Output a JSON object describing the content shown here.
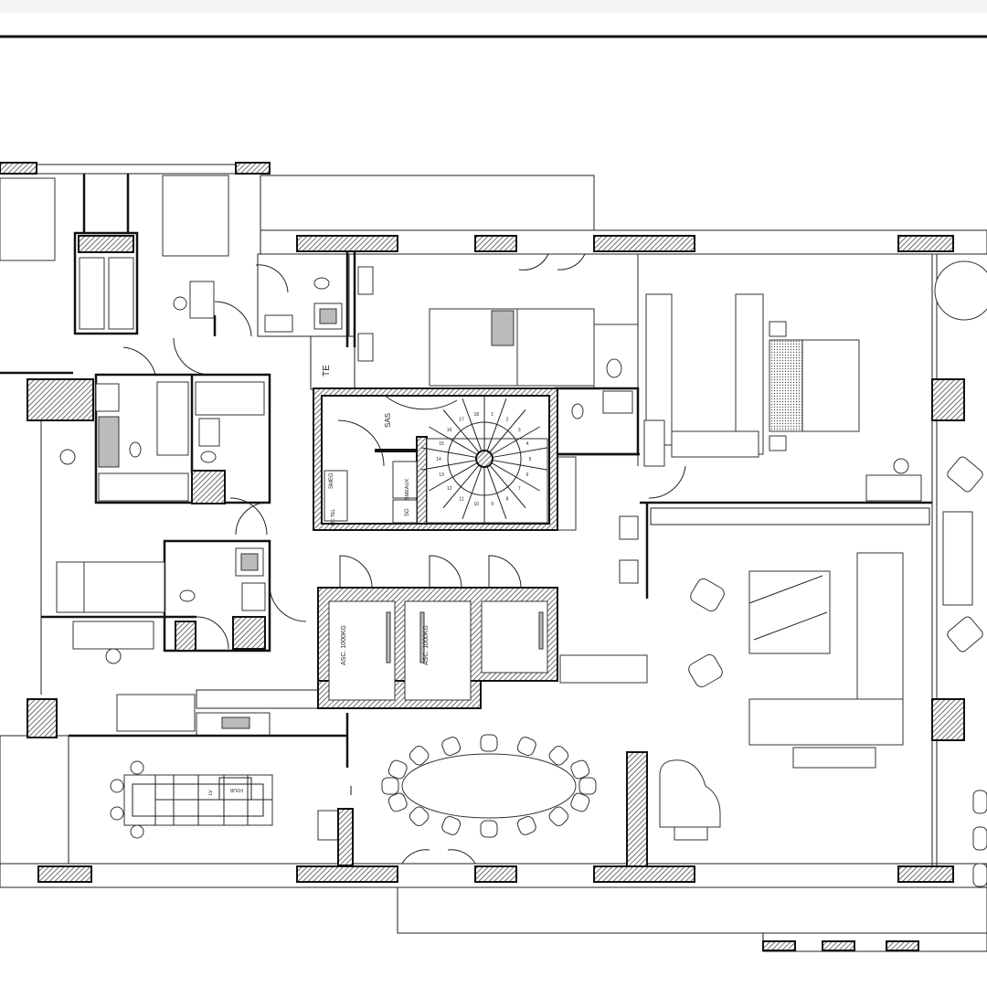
{
  "plan": {
    "labels": {
      "te": "TE",
      "sas": "SAS",
      "smeg": "SMEG",
      "mc_tel": "MC TEL",
      "smeaux": "SMEAUX",
      "sg": "SG",
      "elevator_1": "ASC. 1000KG",
      "elevator_2": "ASC. 1000KG",
      "lv": "LV",
      "four": "FOUR"
    },
    "stair_numbers": [
      "1",
      "2",
      "3",
      "4",
      "5",
      "6",
      "7",
      "8",
      "9",
      "10",
      "11",
      "12",
      "13",
      "14",
      "15",
      "16",
      "17",
      "18"
    ],
    "dining_chairs": 16,
    "colors": {
      "line": "#111111",
      "background": "#ffffff",
      "fill": "#bbbbbb"
    }
  }
}
